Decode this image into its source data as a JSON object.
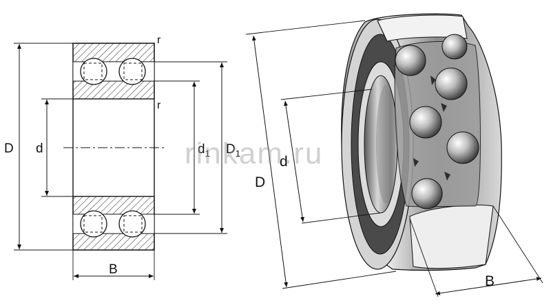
{
  "section_view": {
    "labels": {
      "D": "D",
      "d": "d",
      "d1_main": "d",
      "d1_sub": "1",
      "D1_main": "D",
      "D1_sub": "1",
      "B": "B",
      "r_top": "r",
      "r_mid": "r"
    }
  },
  "perspective_view": {
    "labels": {
      "D": "D",
      "d": "d",
      "B": "B"
    }
  },
  "watermark": "rinkam.ru",
  "colors": {
    "line": "#111111",
    "hatch": "#333333",
    "ring_fill": "#cfcfcf",
    "ball_fill": "#e8e8e8"
  }
}
